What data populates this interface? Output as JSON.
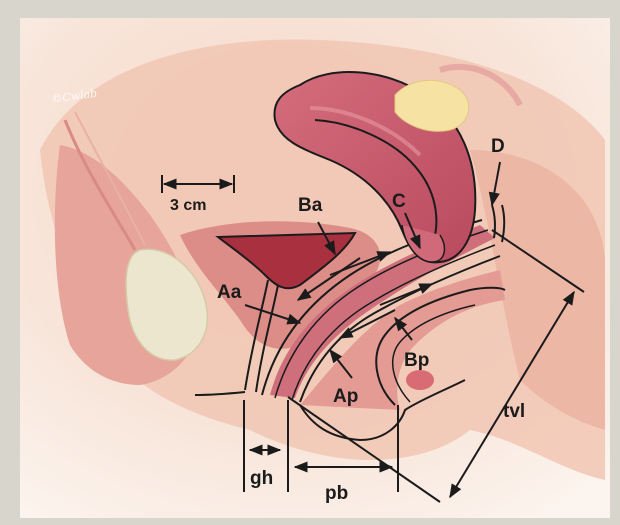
{
  "diagram": {
    "watermark": "©Cwlab",
    "scale_label": "3 cm",
    "labels": {
      "Aa": "Aa",
      "Ba": "Ba",
      "C": "C",
      "D": "D",
      "Ap": "Ap",
      "Bp": "Bp",
      "tvl": "tvl",
      "gh": "gh",
      "pb": "pb"
    },
    "colors": {
      "border": "#d8d5cd",
      "background": "#f9efe6",
      "skin": "#f0c3ae",
      "tissue": "#e59f93",
      "tissue_dark": "#d47c7a",
      "uterus": "#c95c6e",
      "uterus_light": "#e07c88",
      "bladder_lumen": "#a8303f",
      "bone": "#ece6cf",
      "ovary": "#f6e2a2",
      "ink": "#1b1b1b"
    }
  }
}
